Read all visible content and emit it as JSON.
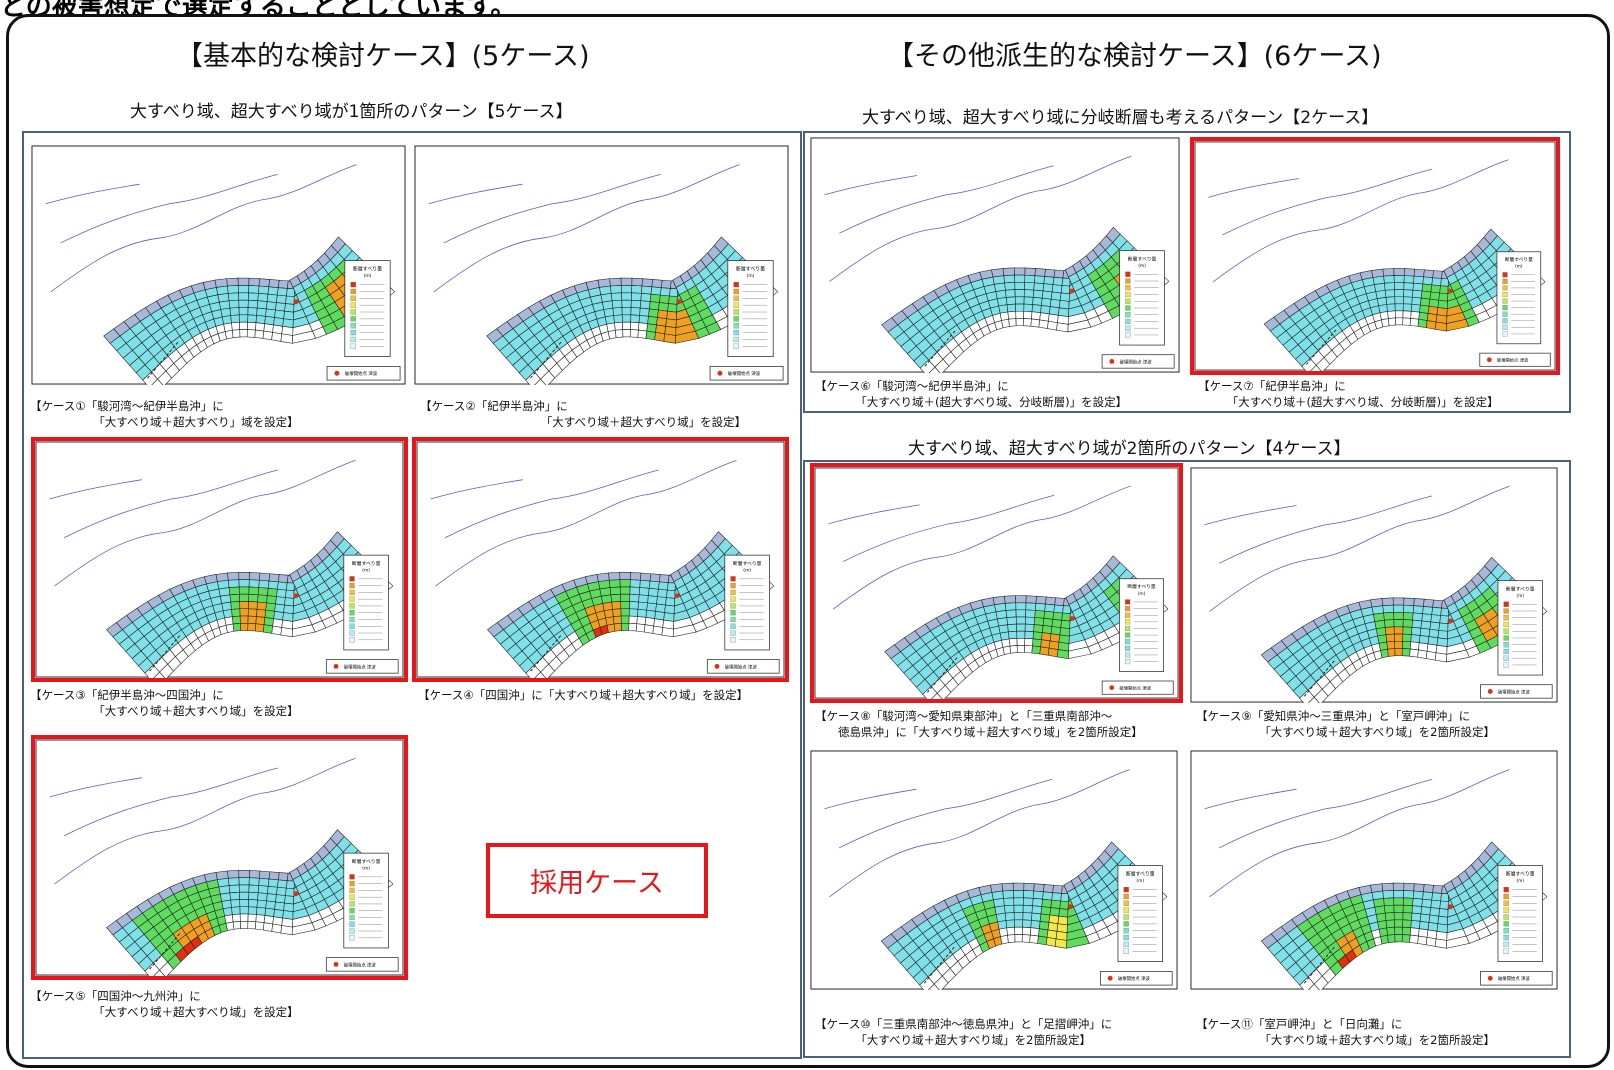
{
  "header_clip": "との被害想定で選定することとしています。",
  "left_section_title": "【基本的な検討ケース】(5ケース)",
  "right_section_title": "【その他派生的な検討ケース】(6ケース)",
  "pattern_single": "大すべり域、超大すべり域が1箇所のパターン【5ケース】",
  "pattern_branch": "大すべり域、超大すべり域に分岐断層も考えるパターン【2ケース】",
  "pattern_double": "大すべり域、超大すべり域が2箇所のパターン【4ケース】",
  "adopted_label": "採用ケース",
  "legend": {
    "title": "断層すべり量",
    "unit": "(m)",
    "epicenter": "破壊開始点 津波"
  },
  "colors": {
    "adopted_border": "#e8151b",
    "panel_border": "#4a5f86",
    "cyan_base": "#7fe0e8",
    "green": "#5fdc5f",
    "yellow": "#f2e84a",
    "orange": "#f0a020",
    "red": "#e03010",
    "map_lines": "#5a5ad8"
  },
  "cases": [
    {
      "id": "case1",
      "caption": "【ケース①「駿河湾～紀伊半島沖」に\n　　　　　　「大すべり域＋超大すべり」域を設定】",
      "adopted": false
    },
    {
      "id": "case2",
      "caption": "【ケース②「紀伊半島沖」に\n　　　　　　　　　　　「大すべり域＋超大すべり域」を設定】",
      "adopted": false
    },
    {
      "id": "case3",
      "caption": "【ケース③「紀伊半島沖～四国沖」に\n　　　　　　「大すべり域＋超大すべり域」を設定】",
      "adopted": true
    },
    {
      "id": "case4",
      "caption": "【ケース④「四国沖」に「大すべり域＋超大すべり域」を設定】",
      "adopted": true
    },
    {
      "id": "case5",
      "caption": "【ケース⑤「四国沖～九州沖」に\n　　　　　　「大すべり域＋超大すべり域」を設定】",
      "adopted": true
    },
    {
      "id": "case6",
      "caption": "【ケース⑥「駿河湾～紀伊半島沖」に\n　　　　「大すべり域＋(超大すべり域、分岐断層)」を設定】",
      "adopted": false
    },
    {
      "id": "case7",
      "caption": "【ケース⑦「紀伊半島沖」に\n　　　「大すべり域＋(超大すべり域、分岐断層)」を設定】",
      "adopted": true
    },
    {
      "id": "case8",
      "caption": "【ケース⑧「駿河湾～愛知県東部沖」と「三重県南部沖～\n　　徳島県沖」に「大すべり域＋超大すべり域」を2箇所設定】",
      "adopted": true
    },
    {
      "id": "case9",
      "caption": "【ケース⑨「愛知県沖～三重県沖」と「室戸岬沖」に\n　　　　　　「大すべり域＋超大すべり域」を2箇所設定】",
      "adopted": false
    },
    {
      "id": "case10",
      "caption": "【ケース⑩「三重県南部沖～徳島県沖」と「足摺岬沖」に\n　　　　「大すべり域＋超大すべり域」を2箇所設定】",
      "adopted": false
    },
    {
      "id": "case11",
      "caption": "【ケース⑪「室戸岬沖」と「日向灘」に\n　　　　　　「大すべり域＋超大すべり域」を2箇所設定】",
      "adopted": false
    }
  ]
}
